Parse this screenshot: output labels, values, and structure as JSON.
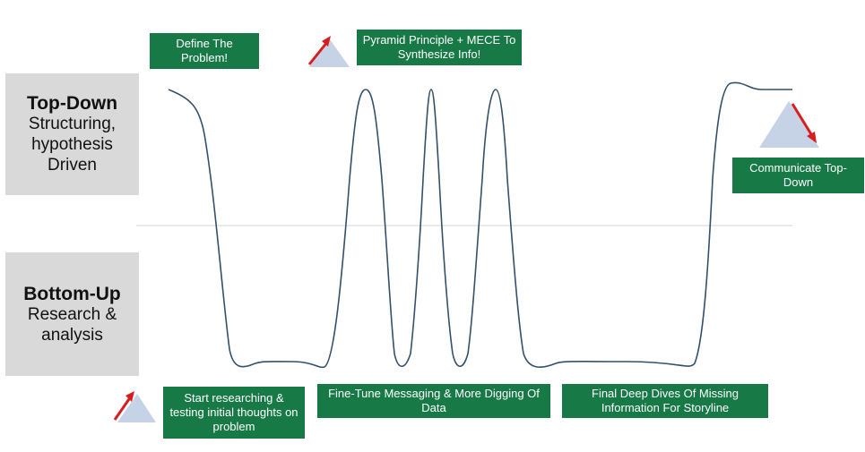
{
  "top_panel": {
    "title": "Top-Down",
    "subtitle": "Structuring, hypothesis Driven"
  },
  "bottom_panel": {
    "title": "Bottom-Up",
    "subtitle": "Research & analysis"
  },
  "labels": {
    "define": "Define The Problem!",
    "pyramid": "Pyramid Principle + MECE To Synthesize Info!",
    "communicate": "Communicate Top-Down",
    "start": "Start researching & testing initial thoughts on problem",
    "fine_tune": "Fine-Tune Messaging & More Digging Of Data",
    "final": "Final Deep Dives Of Missing Information For Storyline"
  },
  "colors": {
    "label_bg": "#177a46",
    "panel_bg": "#d9d9d9",
    "curve": "#34506b",
    "triangle": "#c6d3e6",
    "arrow": "#d71e1e"
  },
  "icons": [
    "arrow-up-triangle-icon",
    "arrow-down-triangle-icon"
  ]
}
